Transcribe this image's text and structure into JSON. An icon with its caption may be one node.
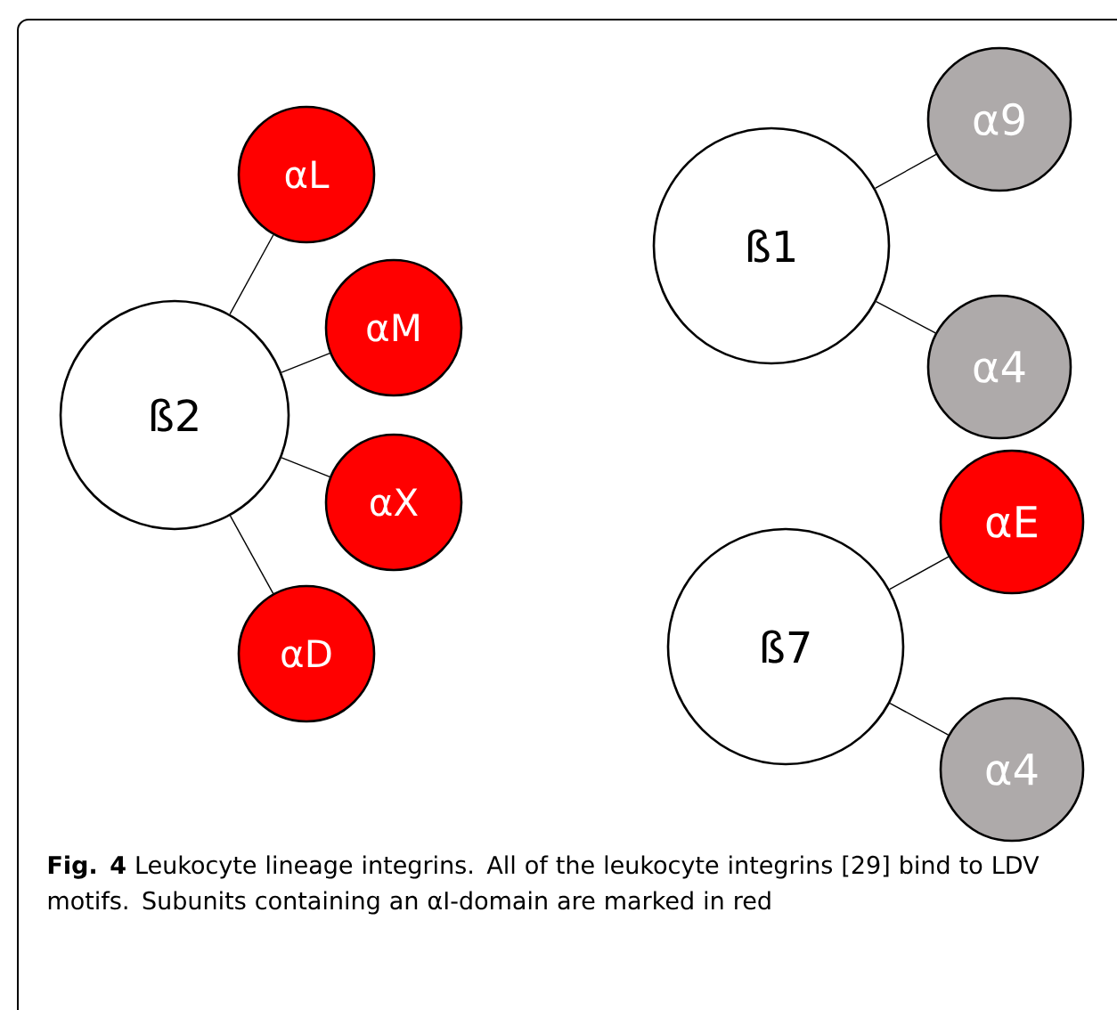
{
  "diagram": {
    "caption": "**Fig. 4** Leukocyte lineage integrins. All of the leukocyte integrins [29] bind to LDV motifs. Subunits containing an αI-domain are marked in red",
    "nodes": [
      {
        "text": [
          "ß2"
        ]
      },
      {
        "text": [
          "αL"
        ]
      },
      {
        "text": [
          "αM"
        ]
      },
      {
        "text": [
          "αX"
        ]
      },
      {
        "text": [
          "αD"
        ]
      },
      {
        "text": [
          "ß1"
        ]
      },
      {
        "text": [
          "α9"
        ]
      },
      {
        "text": [
          "α4"
        ]
      },
      {
        "text": [
          "αE"
        ]
      },
      {
        "text": [
          "ß7"
        ]
      },
      {
        "text": [
          "α4"
        ]
      }
    ],
    "edges": [
      {
        "from": 0,
        "to": 1,
        "arrow": "none"
      },
      {
        "from": 0,
        "to": 2,
        "arrow": "none"
      },
      {
        "from": 0,
        "to": 3,
        "arrow": "none"
      },
      {
        "from": 0,
        "to": 4,
        "arrow": "none"
      },
      {
        "from": 5,
        "to": 6,
        "arrow": "none"
      },
      {
        "from": 5,
        "to": 7,
        "arrow": "none"
      },
      {
        "from": 9,
        "to": 8,
        "arrow": "none"
      },
      {
        "from": 9,
        "to": 10,
        "arrow": "none"
      }
    ]
  }
}
